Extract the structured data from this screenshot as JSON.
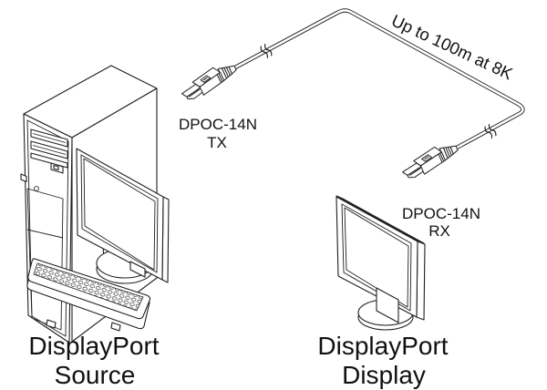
{
  "diagram": {
    "colors": {
      "background": "#ffffff",
      "line": "#1f1f1f",
      "text": "#111111"
    },
    "labels": {
      "cable": "Up to 100m at 8K",
      "tx": {
        "line1": "DPOC-14N",
        "line2": "TX"
      },
      "rx": {
        "line1": "DPOC-14N",
        "line2": "RX"
      },
      "source": {
        "line1": "DisplayPort",
        "line2": "Source"
      },
      "display": {
        "line1": "DisplayPort",
        "line2": "Display"
      }
    }
  }
}
